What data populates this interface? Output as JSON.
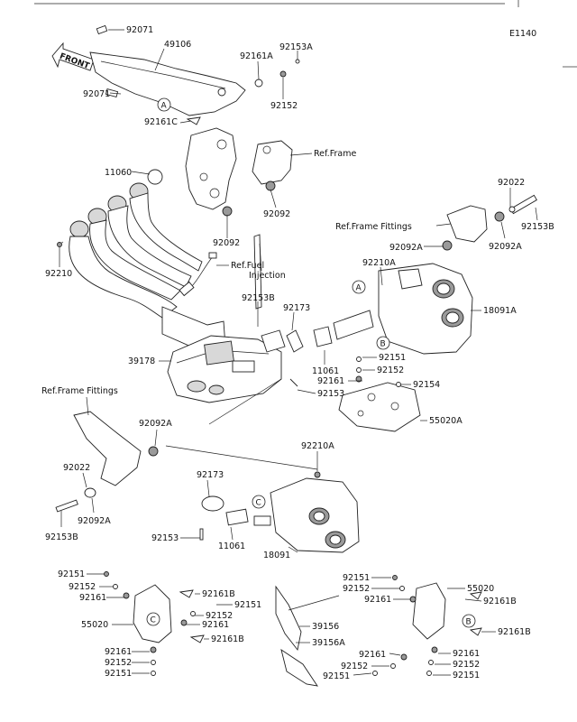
{
  "header": {
    "code": "E1140"
  },
  "front_label": "FRONT",
  "labels": {
    "p92071a": "92071",
    "p49106": "49106",
    "p92153a": "92153A",
    "p92161a": "92161A",
    "p92071b": "92071",
    "p92152a": "92152",
    "p92161c": "92161C",
    "refframe": "Ref.Frame",
    "p11060": "11060",
    "p92092a": "92092",
    "p92092b": "92092",
    "p92022a": "92022",
    "refframefit1": "Ref.Frame Fittings",
    "p92153b1": "92153B",
    "p92092a1": "92092A",
    "p92092a2": "92092A",
    "p92210": "92210",
    "reffuel1": "Ref.Fuel",
    "reffuel2": "Injection",
    "p92210a1": "92210A",
    "p92153b2": "92153B",
    "p92173a": "92173",
    "p18091a": "18091A",
    "p39178": "39178",
    "p92151a": "92151",
    "p11061a": "11061",
    "p92152b": "92152",
    "p92161b": "92161",
    "p92154": "92154",
    "p92153c": "92153",
    "refframefit2": "Ref.Frame Fittings",
    "p55020a": "55020A",
    "p92092a3": "92092A",
    "p92210a2": "92210A",
    "p92022b": "92022",
    "p92173b": "92173",
    "p92092a4": "92092A",
    "p92153b3": "92153B",
    "p92153d": "92153",
    "p11061b": "11061",
    "p18091": "18091",
    "l92151": "92151",
    "l92152": "92152",
    "l92161": "92161",
    "l92161b1": "92161B",
    "l92151b": "92151",
    "l92152b": "92152",
    "l55020": "55020",
    "l92161c": "92161",
    "l92161b2": "92161B",
    "l92161d": "92161",
    "l92152c": "92152",
    "l92151c": "92151",
    "r92151": "92151",
    "r55020": "55020",
    "r92152": "92152",
    "r92161": "92161",
    "r92161b1": "92161B",
    "r39156": "39156",
    "r39156a": "39156A",
    "r92161b2": "92161B",
    "r92161c": "92161",
    "r92161d": "92161",
    "r92152b": "92152",
    "r92152c": "92152",
    "r92151b": "92151",
    "r92151c": "92151"
  },
  "callouts": {
    "a1": "A",
    "a2": "A",
    "b1": "B",
    "b2": "B",
    "c1": "C",
    "c2": "C"
  }
}
